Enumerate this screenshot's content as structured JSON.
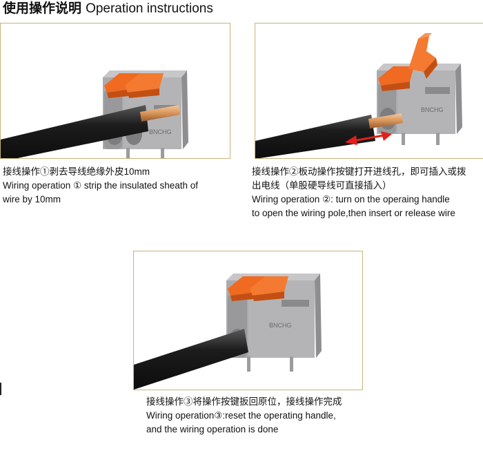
{
  "header": {
    "cn": "使用操作说明",
    "en": "Operation instructions"
  },
  "steps": [
    {
      "cn": "接线操作①剥去导线绝缘外皮10mm",
      "en1": "Wiring operation ① strip the insulated sheath of",
      "en2": "wire by 10mm"
    },
    {
      "cn1": "接线操作②板动操作按键打开进线孔，即可插入或拨",
      "cn2": "出电线（单股硬导线可直接插入）",
      "en1": "Wiring operation ②: turn on the operaing handle",
      "en2": "to open the wiring pole,then insert or release wire"
    },
    {
      "cn": "接线操作③将操作按键扳回原位，接线操作完成",
      "en1": "Wiring operation③:reset the operating handle,",
      "en2": "and the wiring operation is done"
    }
  ],
  "connector": {
    "brand": "BNCHG"
  },
  "colors": {
    "lever": "#f06a22",
    "housing": "#a9a9ab",
    "cable": "#1c1c1c",
    "copper": "#d8955a",
    "arrow": "#e0201c",
    "frame": "#c9b27a"
  }
}
